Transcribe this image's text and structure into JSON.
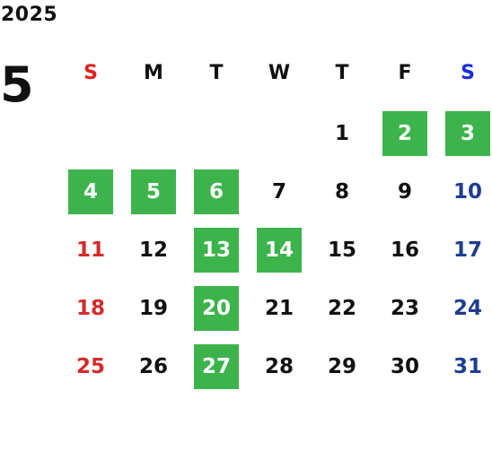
{
  "calendar": {
    "year": "2025",
    "month": "5",
    "weekdays": [
      "S",
      "M",
      "T",
      "W",
      "T",
      "F",
      "S"
    ],
    "weeks": [
      [
        "",
        "",
        "",
        "",
        "1",
        "2",
        "3"
      ],
      [
        "4",
        "5",
        "6",
        "7",
        "8",
        "9",
        "10"
      ],
      [
        "11",
        "12",
        "13",
        "14",
        "15",
        "16",
        "17"
      ],
      [
        "18",
        "19",
        "20",
        "21",
        "22",
        "23",
        "24"
      ],
      [
        "25",
        "26",
        "27",
        "28",
        "29",
        "30",
        "31"
      ]
    ],
    "highlighted_days": [
      "2",
      "3",
      "4",
      "5",
      "6",
      "13",
      "14",
      "20",
      "27"
    ]
  },
  "colors": {
    "highlight": "#3cb44b",
    "sunday_header": "#e02020",
    "saturday_header": "#1a2fd6",
    "sunday": "#d42a2a",
    "saturday": "#1f3d8f",
    "text": "#111111"
  }
}
